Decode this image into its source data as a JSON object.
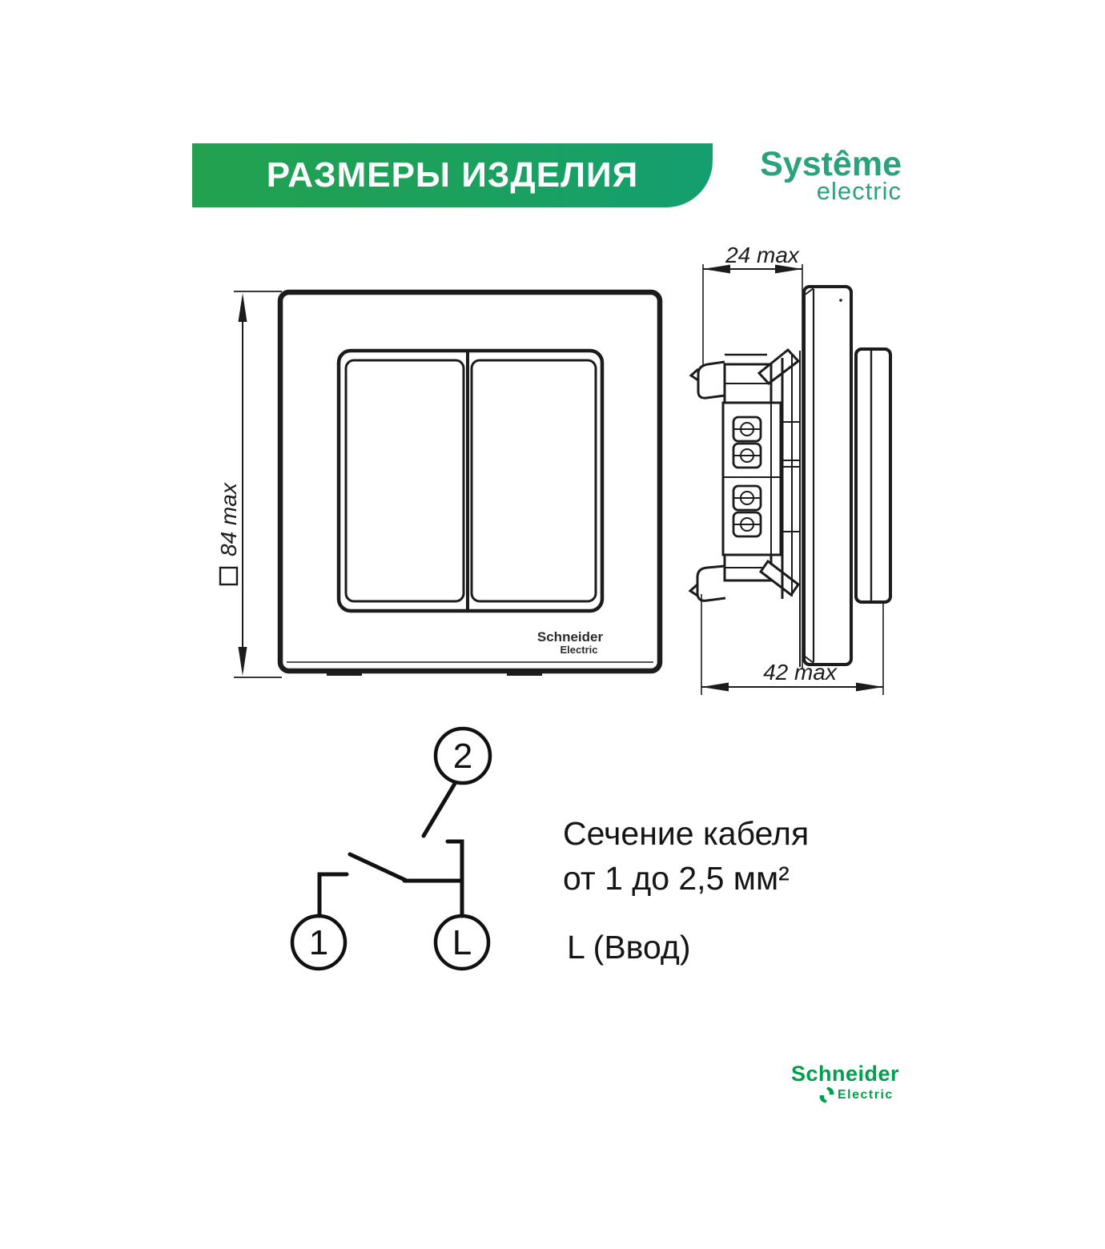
{
  "banner": {
    "title": "РАЗМЕРЫ ИЗДЕЛИЯ"
  },
  "brand_header": {
    "name": "Systême",
    "sub": "electric"
  },
  "front_view": {
    "dimension_label": "84 max",
    "dimension_symbol": "square",
    "embossed_logo_line1": "Schneider",
    "embossed_logo_line2": "Electric"
  },
  "side_view": {
    "depth_dimension": "24 max",
    "width_dimension": "42 max"
  },
  "wiring": {
    "terminal_top": "2",
    "terminal_left": "1",
    "terminal_line": "L"
  },
  "notes": {
    "cable_line1": "Сечение кабеля",
    "cable_line2": "от 1 до 2,5 мм²",
    "line_input": "L (Ввод)"
  },
  "brand_footer": {
    "name": "Schneider",
    "sub": "Electric"
  },
  "colors": {
    "banner_gradient_start": "#23a14f",
    "banner_gradient_end": "#149f70",
    "systeme_green": "#2aa379",
    "schneider_green": "#009e4d",
    "drawing_ink": "#1c1c1c",
    "background": "#ffffff"
  }
}
